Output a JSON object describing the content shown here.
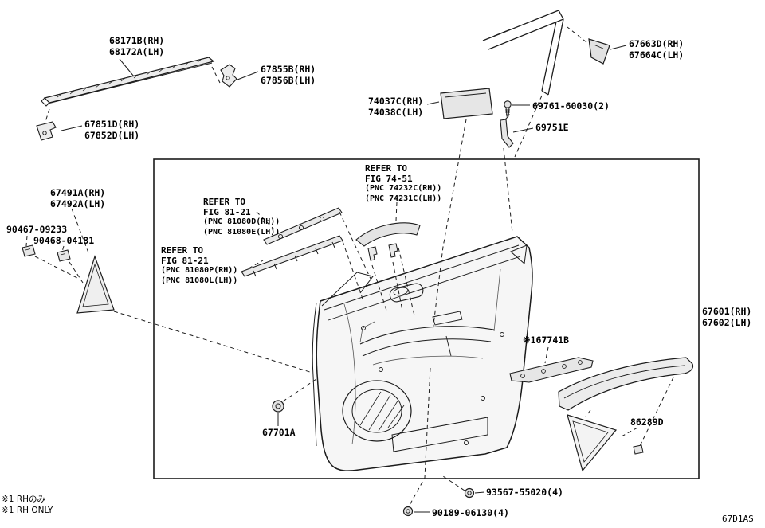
{
  "diagram": {
    "code": "67D1AS",
    "footnotes": {
      "jp": "※1 RHのみ",
      "en": "※1 RH ONLY"
    },
    "labels": {
      "l68171": {
        "line1": "68171B(RH)",
        "line2": "68172A(LH)"
      },
      "l67855": {
        "line1": "67855B(RH)",
        "line2": "67856B(LH)"
      },
      "l67851": {
        "line1": "67851D(RH)",
        "line2": "67852D(LH)"
      },
      "l67663": {
        "line1": "67663D(RH)",
        "line2": "67664C(LH)"
      },
      "l74037": {
        "line1": "74037C(RH)",
        "line2": "74038C(LH)"
      },
      "l69761": {
        "line1": "69761-60030(2)"
      },
      "l69751": {
        "line1": "69751E"
      },
      "l67491": {
        "line1": "67491A(RH)",
        "line2": "67492A(LH)"
      },
      "l90467": {
        "line1": "90467-09233"
      },
      "l90468": {
        "line1": "90468-04181"
      },
      "l67601": {
        "line1": "67601(RH)",
        "line2": "67602(LH)"
      },
      "l67741": {
        "line1": "※167741B"
      },
      "l86289": {
        "line1": "86289D"
      },
      "l67701": {
        "line1": "67701A"
      },
      "l93567": {
        "line1": "93567-55020(4)"
      },
      "l90189": {
        "line1": "90189-06130(4)"
      }
    },
    "refer_blocks": {
      "fig7451": {
        "line1": "REFER TO",
        "line2": "FIG 74-51",
        "line3": "(PNC 74232C(RH))",
        "line4": "(PNC 74231C(LH))"
      },
      "fig8121a": {
        "line1": "REFER TO",
        "line2": "FIG 81-21",
        "line3": "(PNC 81080D(RH))",
        "line4": "(PNC 81080E(LH))"
      },
      "fig8121b": {
        "line1": "REFER TO",
        "line2": "FIG 81-21",
        "line3": "(PNC 81080P(RH))",
        "line4": "(PNC 81080L(LH))"
      }
    }
  }
}
